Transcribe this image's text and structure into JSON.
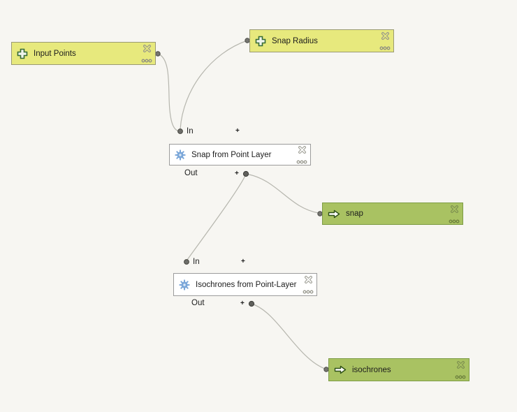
{
  "nodes": {
    "input_points": {
      "label": "Input Points",
      "type": "model input"
    },
    "snap_radius": {
      "label": "Snap Radius",
      "type": "model input"
    },
    "snap_alg": {
      "label": "Snap from Point Layer",
      "type": "algorithm"
    },
    "snap_out": {
      "label": "snap",
      "type": "model output"
    },
    "iso_alg": {
      "label": "Isochrones from Point-Layer",
      "type": "algorithm"
    },
    "iso_out": {
      "label": "isochrones",
      "type": "model output"
    }
  },
  "ports": {
    "in": "In",
    "out": "Out",
    "expand": "+"
  },
  "icons": {
    "input": "plus-icon",
    "algorithm": "gear-icon",
    "output": "arrow-right-icon",
    "remove": "cross-icon",
    "links": "ellipsis-dots-icon"
  },
  "colors": {
    "background": "#f7f6f2",
    "input_fill": "#e7e97d",
    "input_border": "#9a9a74",
    "algorithm_fill": "#ffffff",
    "algorithm_border": "#9b9b9b",
    "output_fill": "#a9c262",
    "output_border": "#7d9c45",
    "connection_line": "#b6b6ae",
    "connector_dot": "#757570",
    "text": "#1c1c1c"
  }
}
